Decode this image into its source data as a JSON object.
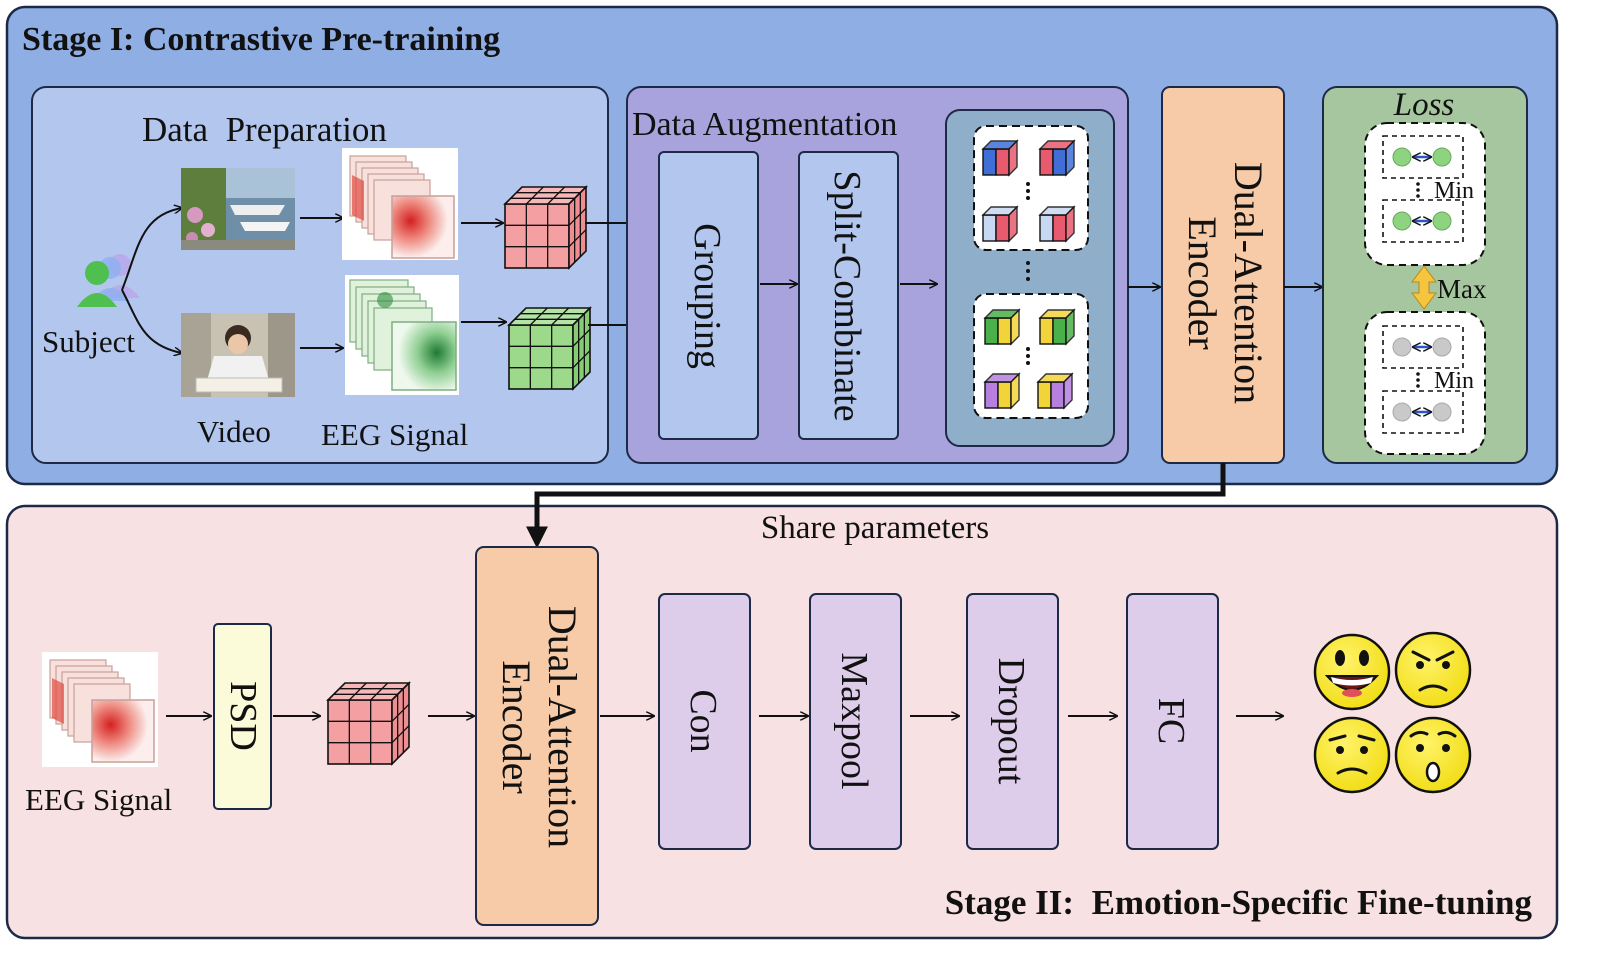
{
  "stage1": {
    "title": "Stage I: Contrastive Pre-training",
    "data_preparation": {
      "title": "Data  Preparation",
      "subject_label": "Subject",
      "video_label": "Video",
      "eeg_label": "EEG Signal"
    },
    "data_augmentation": {
      "title": "Data Augmentation",
      "grouping_label": "Grouping",
      "split_label": "Split-Combinate"
    },
    "encoder_label_1": "Dual-Attention",
    "encoder_label_2": "Encoder",
    "loss": {
      "title": "Loss",
      "min_label_top": "Min",
      "max_label": "Max",
      "min_label_bottom": "Min"
    }
  },
  "share_label": "Share parameters",
  "stage2": {
    "title": "Stage II:  Emotion-Specific Fine-tuning",
    "eeg_label": "EEG Signal",
    "psd_label": "PSD",
    "encoder_label_1": "Dual-Attention",
    "encoder_label_2": "Encoder",
    "con_label": "Con",
    "maxpool_label": "Maxpool",
    "dropout_label": "Dropout",
    "fc_label": "FC"
  },
  "colors": {
    "stage1_bg": "#8faee3",
    "prep_bg": "#b3c6ee",
    "aug_bg": "#a9a3dd",
    "encoder_bg": "#f7cba8",
    "loss_bg": "#a6c69f",
    "stage2_bg": "#f7e1e3",
    "layer_bg": "#ddcdea",
    "psd_bg": "#fbfbd9",
    "eeg_red": "#e03c3c",
    "eeg_green": "#2f8f3f",
    "emoji_yellow": "#f7e41f"
  },
  "icons": [
    "subject-icon",
    "video-thumbnail",
    "cube-icon",
    "emoji-icon",
    "arrow-icon"
  ]
}
